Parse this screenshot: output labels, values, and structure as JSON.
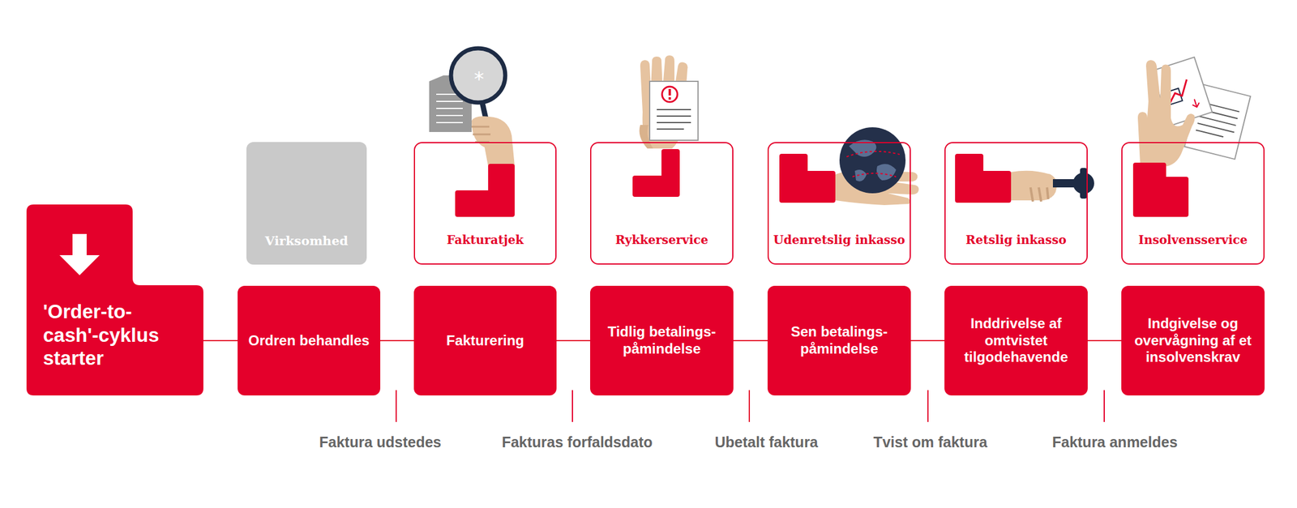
{
  "diagram": {
    "nodes": [
      {
        "text": [
          "'Order-to-cash'-cyklus starter"
        ]
      },
      {
        "text": [
          "Virksomhed"
        ]
      },
      {
        "text": [
          "Fakturatjek"
        ]
      },
      {
        "text": [
          "Rykkerservice"
        ]
      },
      {
        "text": [
          "Udenretslig inkasso"
        ]
      },
      {
        "text": [
          "Retslig inkasso"
        ]
      },
      {
        "text": [
          "Insolvensservice"
        ]
      },
      {
        "text": [
          "Ordren behandles"
        ]
      },
      {
        "text": [
          "Fakturering"
        ]
      },
      {
        "text": [
          "Tidlig betalings-påmindelse"
        ]
      },
      {
        "text": [
          "Sen betalings-påmindelse"
        ]
      },
      {
        "text": [
          "Inddrivelse af omtvistet tilgodehavende"
        ]
      },
      {
        "text": [
          "Indgivelse og overvågning af et insolvenskrav"
        ]
      }
    ],
    "edges": [
      {
        "from": 0,
        "to": 7,
        "arrow": "none"
      },
      {
        "from": 7,
        "to": 8,
        "arrow": "none"
      },
      {
        "from": 8,
        "to": 9,
        "arrow": "none"
      },
      {
        "from": 9,
        "to": 10,
        "arrow": "none"
      },
      {
        "from": 10,
        "to": 11,
        "arrow": "none"
      },
      {
        "from": 11,
        "to": 12,
        "arrow": "none"
      }
    ],
    "labels": [
      "Faktura udstedes",
      "Fakturas forfaldsdato",
      "Ubetalt faktura",
      "Tvist om faktura",
      "Faktura anmeldes"
    ]
  }
}
